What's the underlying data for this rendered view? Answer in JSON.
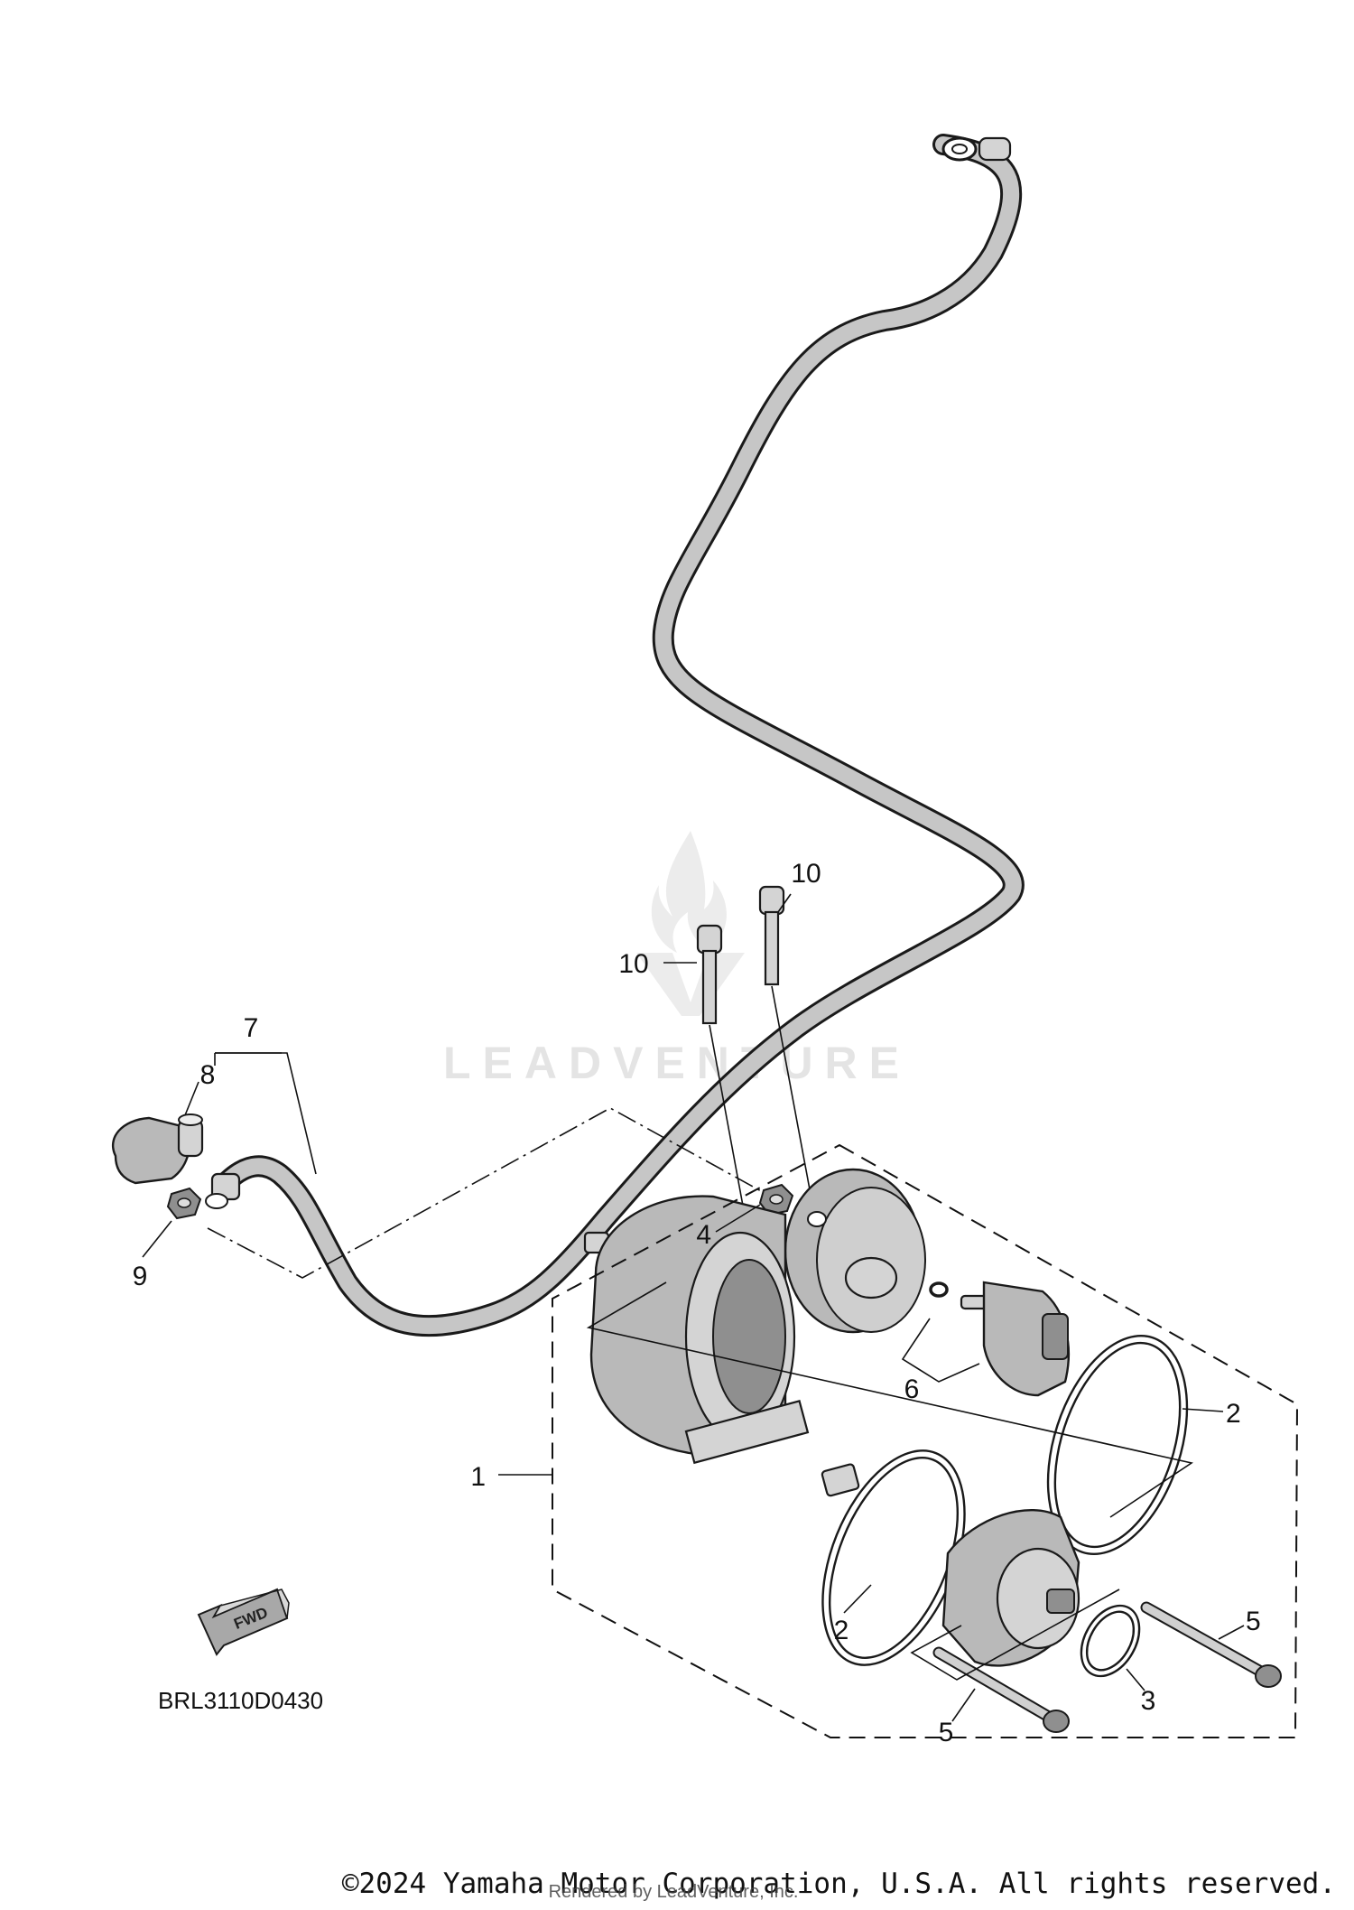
{
  "diagram": {
    "reference_code": "BRL3110D0430",
    "fwd_label": "FWD",
    "callouts": [
      "1",
      "2",
      "2",
      "3",
      "4",
      "5",
      "5",
      "6",
      "7",
      "8",
      "9",
      "10",
      "10"
    ]
  },
  "watermark": {
    "brand": "LEADVENTURE"
  },
  "footer": {
    "copyright": "©2024 Yamaha Motor Corporation, U.S.A. All rights reserved.",
    "rendered_by": "Rendered by LeadVenture, Inc."
  }
}
